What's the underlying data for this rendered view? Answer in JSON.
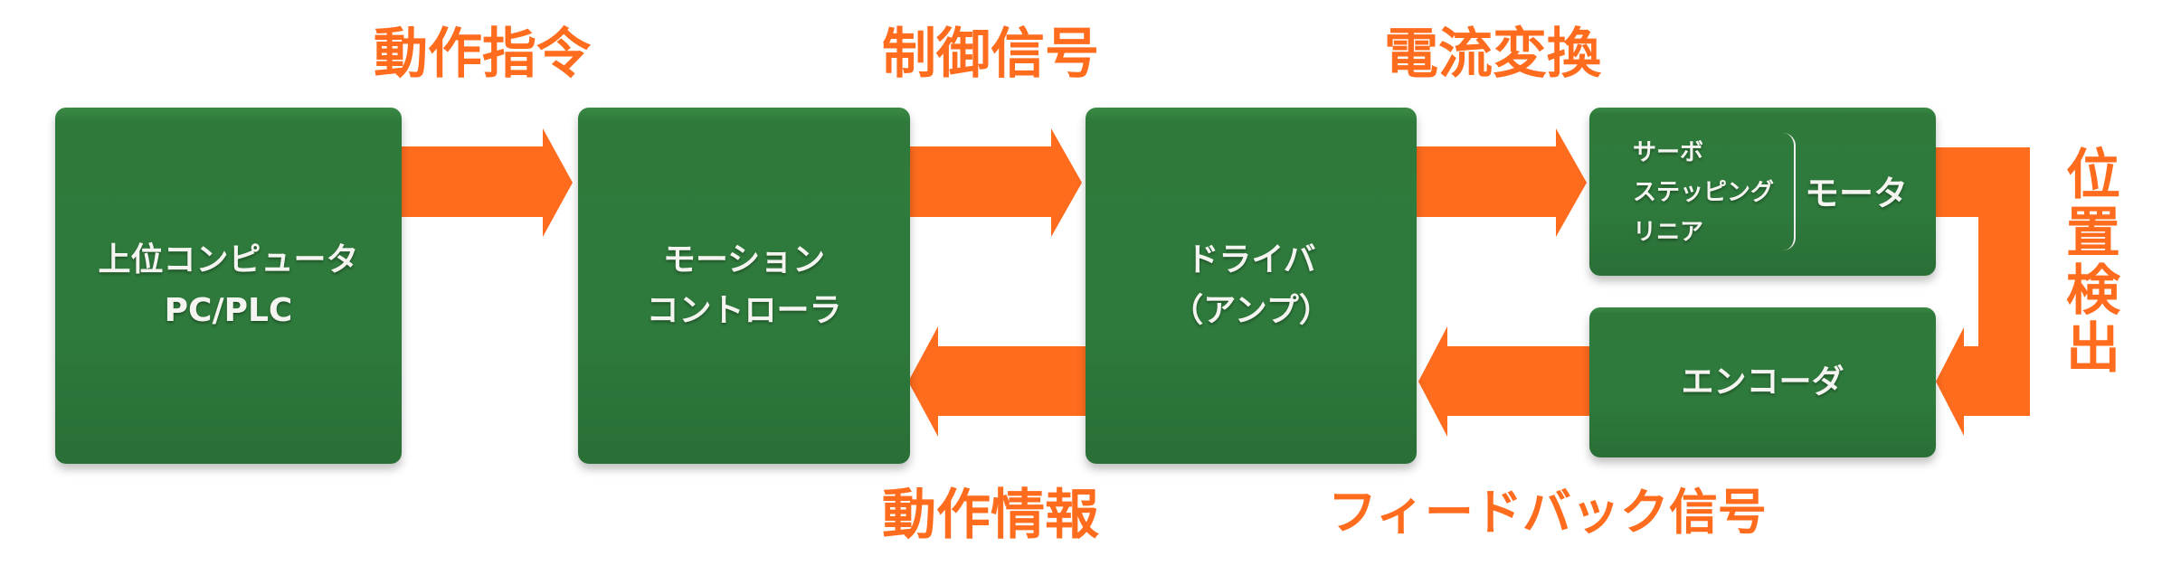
{
  "labels": {
    "motion_command": "動作指令",
    "control_signal": "制御信号",
    "current_conversion": "電流変換",
    "motion_info": "動作情報",
    "feedback_signal": "フィードバック信号",
    "position_detection": [
      "位",
      "置",
      "検",
      "出"
    ]
  },
  "boxes": {
    "host": {
      "line1": "上位コンピュータ",
      "line2": "PC/PLC"
    },
    "controller": {
      "line1": "モーション",
      "line2": "コントローラ"
    },
    "driver": {
      "line1": "ドライバ",
      "line2": "（アンプ）"
    },
    "motor": {
      "types": [
        "サーボ",
        "ステッピング",
        "リニア"
      ],
      "name": "モータ"
    },
    "encoder": {
      "name": "エンコーダ"
    }
  },
  "colors": {
    "box": "#2e7a3c",
    "arrow": "#ff6c1e",
    "text": "#f4f4f0"
  }
}
